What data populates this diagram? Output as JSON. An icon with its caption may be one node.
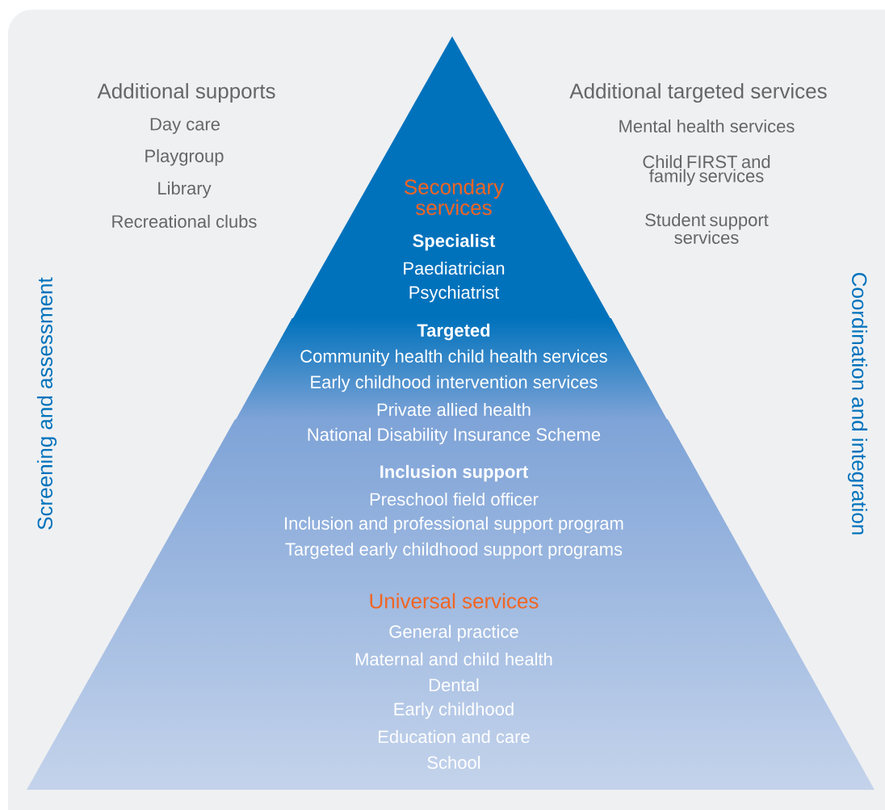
{
  "diagram": {
    "nodes": [
      {
        "text": [
          "Secondary services",
          "Specialist",
          "Paediatrician",
          "Psychiatrist",
          "Targeted",
          "Community health child health services",
          "Early childhood intervention services",
          "Private allied health",
          "National Disability Insurance Scheme",
          "Inclusion support",
          "Preschool field officer",
          "Inclusion and professional support program",
          "Targeted early childhood support programs",
          "Universal services",
          "General practice",
          "Maternal and child health",
          "Dental",
          "Early childhood",
          "Education and care",
          "School"
        ]
      }
    ],
    "labels": [
      "Additional supports",
      "Day care",
      "Playgroup",
      "Library",
      "Recreational clubs",
      "Additional targeted services",
      "Mental health services",
      "Child FIRST and family services",
      "Student support services",
      "Screening and assessment",
      "Coordination and integration"
    ]
  }
}
